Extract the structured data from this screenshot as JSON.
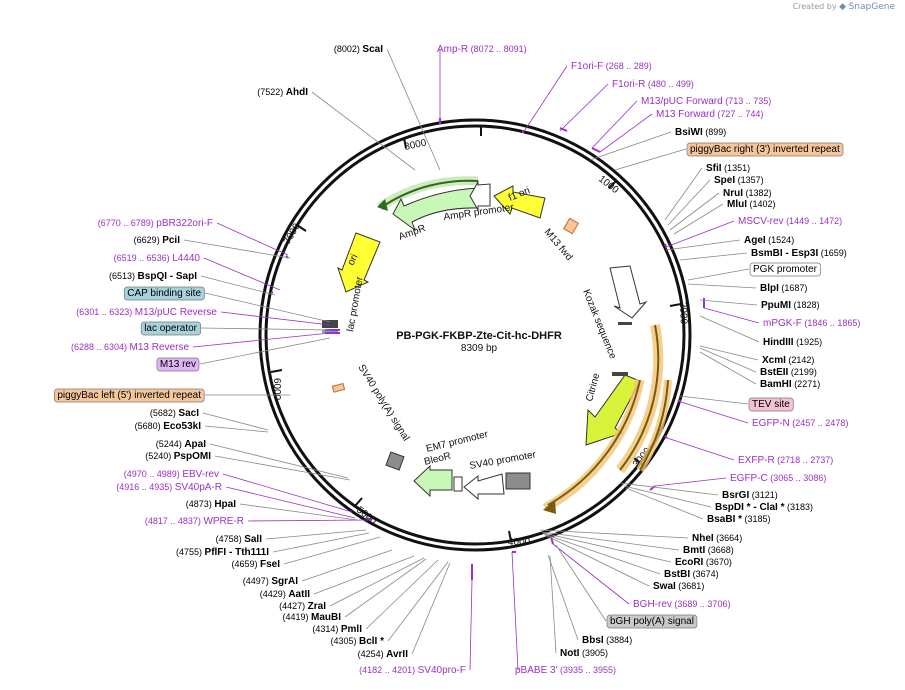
{
  "credit": {
    "created_by": "Created by",
    "product": "SnapGene"
  },
  "plasmid": {
    "name": "PB-PGK-FKBP-Zte-Cit-hc-DHFR",
    "size": "8309 bp"
  },
  "ticks": [
    "1000",
    "2000",
    "3000",
    "4000",
    "5000",
    "6000",
    "7000",
    "8000"
  ],
  "features": {
    "f1_ori": "f1 ori",
    "m13_fwd": "M13 fwd",
    "ampr_promoter": "AmpR promoter",
    "ampr": "AmpR",
    "ori": "ori",
    "lac_promoter": "lac promoter",
    "kozak": "Kozak sequence",
    "citrine": "Citrine",
    "sv40_polya": "SV40 poly(A) signal",
    "em7": "EM7 promoter",
    "bleor": "BleoR",
    "sv40_promoter": "SV40 promoter"
  },
  "labels": [
    {
      "side": "L",
      "pos": "(8002)",
      "name": "ScaI",
      "kind": "enzyme"
    },
    {
      "side": "L",
      "pos": "(7522)",
      "name": "AhdI",
      "kind": "enzyme"
    },
    {
      "side": "L",
      "pos": "(6770 .. 6789)",
      "name": "pBR322ori-F",
      "kind": "primer"
    },
    {
      "side": "L",
      "pos": "(6629)",
      "name": "PciI",
      "kind": "enzyme"
    },
    {
      "side": "L",
      "pos": "(6519 .. 6536)",
      "name": "L4440",
      "kind": "primer"
    },
    {
      "side": "L",
      "pos": "(6513)",
      "name": "BspQI - SapI",
      "kind": "enzyme"
    },
    {
      "side": "L",
      "pos": "",
      "name": "CAP binding site",
      "kind": "box-blue"
    },
    {
      "side": "L",
      "pos": "(6301 .. 6323)",
      "name": "M13/pUC Reverse",
      "kind": "primer"
    },
    {
      "side": "L",
      "pos": "",
      "name": "lac operator",
      "kind": "box-blue"
    },
    {
      "side": "L",
      "pos": "(6288 .. 6304)",
      "name": "M13 Reverse",
      "kind": "primer"
    },
    {
      "side": "L",
      "pos": "",
      "name": "M13 rev",
      "kind": "box-purple"
    },
    {
      "side": "L",
      "pos": "",
      "name": "piggyBac left (5') inverted repeat",
      "kind": "box-orange"
    },
    {
      "side": "L",
      "pos": "(5682)",
      "name": "SacI",
      "kind": "enzyme"
    },
    {
      "side": "L",
      "pos": "(5680)",
      "name": "Eco53kI",
      "kind": "enzyme"
    },
    {
      "side": "L",
      "pos": "(5244)",
      "name": "ApaI",
      "kind": "enzyme"
    },
    {
      "side": "L",
      "pos": "(5240)",
      "name": "PspOMI",
      "kind": "enzyme"
    },
    {
      "side": "L",
      "pos": "(4970 .. 4989)",
      "name": "EBV-rev",
      "kind": "primer"
    },
    {
      "side": "L",
      "pos": "(4916 .. 4935)",
      "name": "SV40pA-R",
      "kind": "primer"
    },
    {
      "side": "L",
      "pos": "(4873)",
      "name": "HpaI",
      "kind": "enzyme"
    },
    {
      "side": "L",
      "pos": "(4817 .. 4837)",
      "name": "WPRE-R",
      "kind": "primer"
    },
    {
      "side": "L",
      "pos": "(4758)",
      "name": "SalI",
      "kind": "enzyme"
    },
    {
      "side": "L",
      "pos": "(4755)",
      "name": "PflFI - Tth111I",
      "kind": "enzyme"
    },
    {
      "side": "L",
      "pos": "(4659)",
      "name": "FseI",
      "kind": "enzyme"
    },
    {
      "side": "L",
      "pos": "(4497)",
      "name": "SgrAI",
      "kind": "enzyme"
    },
    {
      "side": "L",
      "pos": "(4429)",
      "name": "AatII",
      "kind": "enzyme"
    },
    {
      "side": "L",
      "pos": "(4427)",
      "name": "ZraI",
      "kind": "enzyme"
    },
    {
      "side": "L",
      "pos": "(4419)",
      "name": "MauBI",
      "kind": "enzyme"
    },
    {
      "side": "L",
      "pos": "(4314)",
      "name": "PmlI",
      "kind": "enzyme"
    },
    {
      "side": "L",
      "pos": "(4305)",
      "name": "BclI *",
      "kind": "enzyme"
    },
    {
      "side": "L",
      "pos": "(4254)",
      "name": "AvrII",
      "kind": "enzyme"
    },
    {
      "side": "L",
      "pos": "(4182 .. 4201)",
      "name": "SV40pro-F",
      "kind": "primer"
    },
    {
      "side": "T",
      "pos": "(8072 .. 8091)",
      "name": "Amp-R",
      "kind": "primer"
    },
    {
      "side": "R",
      "pos": "(268 .. 289)",
      "name": "F1ori-F",
      "kind": "primer"
    },
    {
      "side": "R",
      "pos": "(480 .. 499)",
      "name": "F1ori-R",
      "kind": "primer"
    },
    {
      "side": "R",
      "pos": "(713 .. 735)",
      "name": "M13/pUC Forward",
      "kind": "primer"
    },
    {
      "side": "R",
      "pos": "(727 .. 744)",
      "name": "M13 Forward",
      "kind": "primer"
    },
    {
      "side": "R",
      "pos": "(899)",
      "name": "BsiWI",
      "kind": "enzyme"
    },
    {
      "side": "R",
      "pos": "",
      "name": "piggyBac right (3') inverted repeat",
      "kind": "box-orange"
    },
    {
      "side": "R",
      "pos": "(1351)",
      "name": "SfiI",
      "kind": "enzyme"
    },
    {
      "side": "R",
      "pos": "(1357)",
      "name": "SpeI",
      "kind": "enzyme"
    },
    {
      "side": "R",
      "pos": "(1382)",
      "name": "NruI",
      "kind": "enzyme"
    },
    {
      "side": "R",
      "pos": "(1402)",
      "name": "MluI",
      "kind": "enzyme"
    },
    {
      "side": "R",
      "pos": "(1449 .. 1472)",
      "name": "MSCV-rev",
      "kind": "primer"
    },
    {
      "side": "R",
      "pos": "(1524)",
      "name": "AgeI",
      "kind": "enzyme"
    },
    {
      "side": "R",
      "pos": "(1659)",
      "name": "BsmBI - Esp3I",
      "kind": "enzyme"
    },
    {
      "side": "R",
      "pos": "",
      "name": "PGK promoter",
      "kind": "box-white"
    },
    {
      "side": "R",
      "pos": "(1687)",
      "name": "BlpI",
      "kind": "enzyme"
    },
    {
      "side": "R",
      "pos": "(1828)",
      "name": "PpuMI",
      "kind": "enzyme"
    },
    {
      "side": "R",
      "pos": "(1846 .. 1865)",
      "name": "mPGK-F",
      "kind": "primer"
    },
    {
      "side": "R",
      "pos": "(1925)",
      "name": "HindIII",
      "kind": "enzyme"
    },
    {
      "side": "R",
      "pos": "(2142)",
      "name": "XcmI",
      "kind": "enzyme"
    },
    {
      "side": "R",
      "pos": "(2199)",
      "name": "BstEII",
      "kind": "enzyme"
    },
    {
      "side": "R",
      "pos": "(2271)",
      "name": "BamHI",
      "kind": "enzyme"
    },
    {
      "side": "R",
      "pos": "",
      "name": "TEV site",
      "kind": "box-pink"
    },
    {
      "side": "R",
      "pos": "(2457 .. 2478)",
      "name": "EGFP-N",
      "kind": "primer"
    },
    {
      "side": "R",
      "pos": "(2718 .. 2737)",
      "name": "EXFP-R",
      "kind": "primer"
    },
    {
      "side": "R",
      "pos": "(3065 .. 3086)",
      "name": "EGFP-C",
      "kind": "primer"
    },
    {
      "side": "R",
      "pos": "(3121)",
      "name": "BsrGI",
      "kind": "enzyme"
    },
    {
      "side": "R",
      "pos": "(3183)",
      "name": "BspDI * - ClaI *",
      "kind": "enzyme"
    },
    {
      "side": "R",
      "pos": "(3185)",
      "name": "BsaBI *",
      "kind": "enzyme"
    },
    {
      "side": "R",
      "pos": "(3664)",
      "name": "NheI",
      "kind": "enzyme"
    },
    {
      "side": "R",
      "pos": "(3668)",
      "name": "BmtI",
      "kind": "enzyme"
    },
    {
      "side": "R",
      "pos": "(3670)",
      "name": "EcoRI",
      "kind": "enzyme"
    },
    {
      "side": "R",
      "pos": "(3674)",
      "name": "BstBI",
      "kind": "enzyme"
    },
    {
      "side": "R",
      "pos": "(3681)",
      "name": "SwaI",
      "kind": "enzyme"
    },
    {
      "side": "R",
      "pos": "(3689 .. 3706)",
      "name": "BGH-rev",
      "kind": "primer"
    },
    {
      "side": "R",
      "pos": "",
      "name": "bGH poly(A) signal",
      "kind": "box-gray"
    },
    {
      "side": "R",
      "pos": "(3884)",
      "name": "BbsI",
      "kind": "enzyme"
    },
    {
      "side": "R",
      "pos": "(3905)",
      "name": "NotI",
      "kind": "enzyme"
    },
    {
      "side": "B",
      "pos": "(3935 .. 3955)",
      "name": "pBABE 3'",
      "kind": "primer"
    }
  ],
  "colors": {
    "primer": "#9b2fc7",
    "enzyme": "#000000",
    "orange": "#f6c59a",
    "blue": "#a6d2dc",
    "purple": "#dfb3f4",
    "pink": "#f3c3d2",
    "gray": "#c9c9c9",
    "yellow": "#ffff33",
    "lightgreen": "#c8f7b8",
    "citrine": "#d8f33a"
  }
}
